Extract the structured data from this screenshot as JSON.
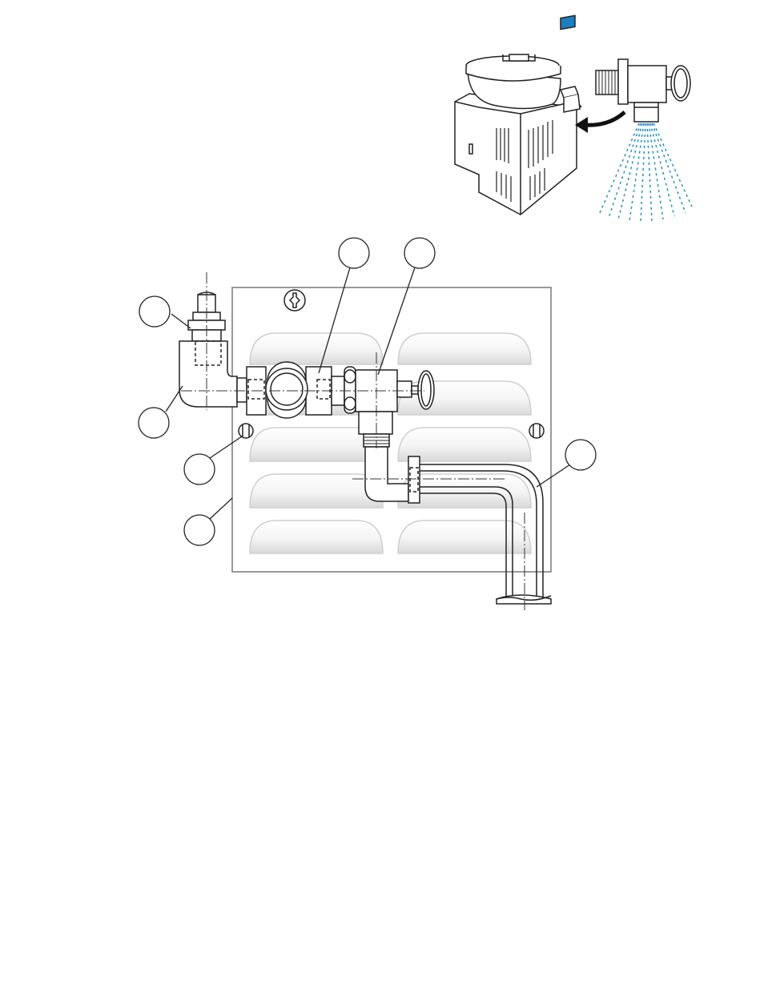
{
  "figure": {
    "inset": {
      "subject": "kettle-with-spray-valve",
      "spray_color": "#1a8fd0",
      "panel_highlight_color": "#1a7fc0"
    },
    "callouts": [
      {
        "id": "callout-top-left",
        "label": ""
      },
      {
        "id": "callout-left-upper",
        "label": ""
      },
      {
        "id": "callout-left-middle",
        "label": ""
      },
      {
        "id": "callout-left-lower",
        "label": ""
      },
      {
        "id": "callout-top-center-left",
        "label": ""
      },
      {
        "id": "callout-top-center-right",
        "label": ""
      },
      {
        "id": "callout-right",
        "label": ""
      }
    ],
    "line_color": "#222222",
    "panel_color": "#999999",
    "louver_color": "#cfcfcf"
  }
}
